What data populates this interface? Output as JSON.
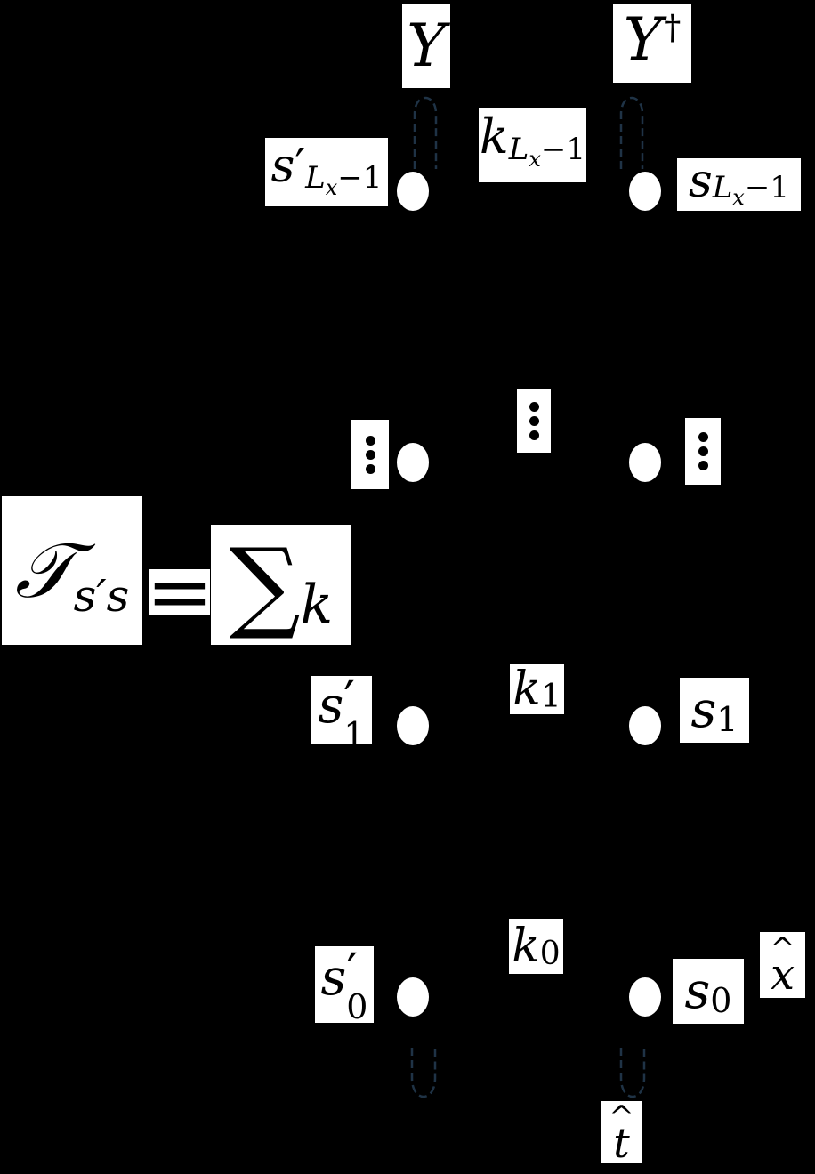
{
  "diagram": {
    "top_left_operator": "Y",
    "top_right_operator": "Y",
    "top_right_dagger": "†",
    "row_top": {
      "left_base": "s",
      "left_prime": "′",
      "left_sub": "L",
      "left_subsub": "x",
      "left_subtail": "−1",
      "mid_base": "k",
      "mid_sub": "L",
      "mid_subsub": "x",
      "mid_subtail": "−1",
      "right_base": "s",
      "right_sub": "L",
      "right_subsub": "x",
      "right_subtail": "−1"
    },
    "row_1": {
      "left_base": "s",
      "left_prime": "′",
      "left_sub": "1",
      "mid_base": "k",
      "mid_sub": "1",
      "right_base": "s",
      "right_sub": "1"
    },
    "row_0": {
      "left_base": "s",
      "left_prime": "′",
      "left_sub": "0",
      "mid_base": "k",
      "mid_sub": "0",
      "right_base": "s",
      "right_sub": "0"
    },
    "equation": {
      "symbol": "𝒯",
      "sub": "s′s",
      "equals": "=",
      "sum": "∑",
      "sum_sub": "k"
    },
    "x_hat_base": "x",
    "x_hat_accent": "^",
    "t_hat_base": "t",
    "t_hat_accent": "^",
    "loop_color": "#1f3346",
    "background": "#000000",
    "label_bg": "#ffffff"
  }
}
